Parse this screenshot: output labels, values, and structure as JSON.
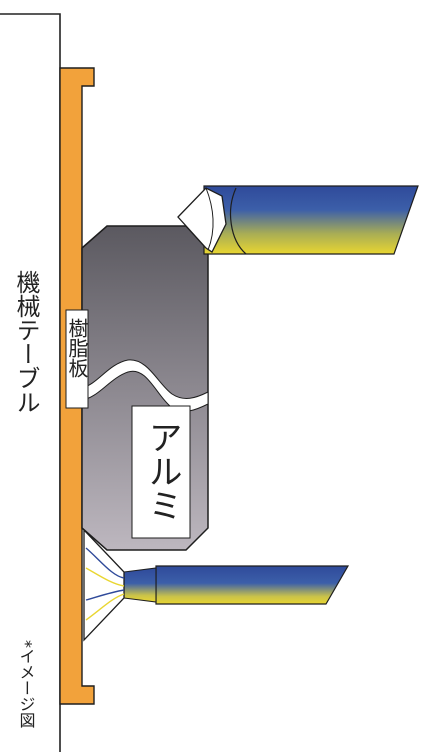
{
  "diagram": {
    "labels": {
      "table": "機械テーブル",
      "resin_plate": "樹脂板",
      "aluminum": "アルミ",
      "note": "*イメージ図"
    },
    "colors": {
      "frame_line": "#222222",
      "table_orange": "#f2a23b",
      "resin_label_bg": "#ffffff",
      "alu_gray_dark": "#5b5960",
      "alu_gray_light": "#bdb7bf",
      "tool_blue": "#2f4a9a",
      "tool_yellow": "#e9d631",
      "tip_white": "#ffffff"
    }
  }
}
